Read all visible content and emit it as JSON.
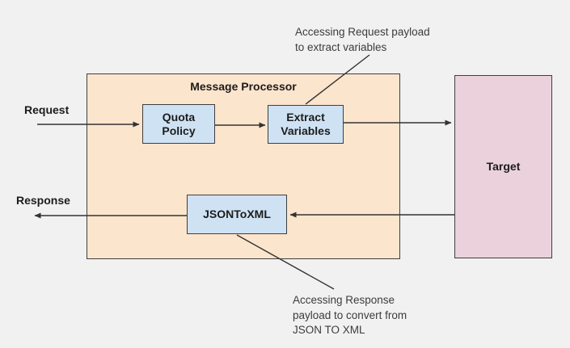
{
  "diagram": {
    "container": {
      "title": "Message Processor"
    },
    "nodes": {
      "quota_policy": "Quota\nPolicy",
      "extract_variables": "Extract\nVariables",
      "jsontoxml": "JSONToXML",
      "target": "Target"
    },
    "flow_labels": {
      "request": "Request",
      "response": "Response"
    },
    "annotations": {
      "request_note": "Accessing Request payload\nto extract variables",
      "response_note": "Accessing Response\npayload to convert from\nJSON TO XML"
    },
    "colors": {
      "background": "#f1f1f2",
      "container_fill": "#fce5cd",
      "node_fill": "#cfe2f3",
      "target_fill": "#ead1dc",
      "border": "#3f3f3f",
      "connector": "#333333",
      "text": "#1c1c1c",
      "annotation_text": "#3c3c3c"
    }
  }
}
